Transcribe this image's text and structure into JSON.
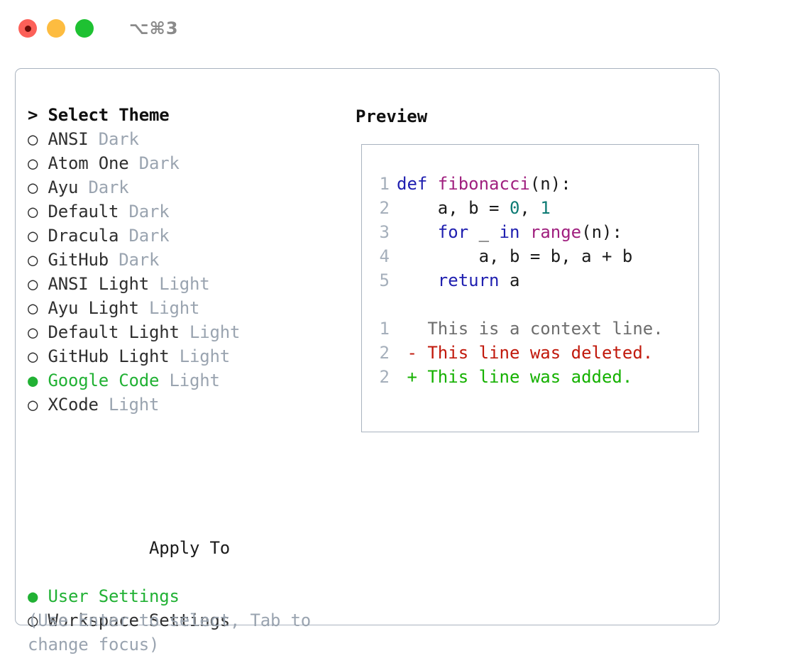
{
  "window": {
    "traffic_lights": [
      "close",
      "minimize",
      "zoom"
    ],
    "shortcut": "⌥⌘3"
  },
  "theme_picker": {
    "header": "> Select Theme",
    "bullet_selected": "●",
    "bullet_unselected": "○",
    "items": [
      {
        "name": "ANSI",
        "kind": "Dark",
        "selected": false
      },
      {
        "name": "Atom One",
        "kind": "Dark",
        "selected": false
      },
      {
        "name": "Ayu",
        "kind": "Dark",
        "selected": false
      },
      {
        "name": "Default",
        "kind": "Dark",
        "selected": false
      },
      {
        "name": "Dracula",
        "kind": "Dark",
        "selected": false
      },
      {
        "name": "GitHub",
        "kind": "Dark",
        "selected": false
      },
      {
        "name": "ANSI Light",
        "kind": "Light",
        "selected": false
      },
      {
        "name": "Ayu Light",
        "kind": "Light",
        "selected": false
      },
      {
        "name": "Default Light",
        "kind": "Light",
        "selected": false
      },
      {
        "name": "GitHub Light",
        "kind": "Light",
        "selected": false
      },
      {
        "name": "Google Code",
        "kind": "Light",
        "selected": true
      },
      {
        "name": "XCode",
        "kind": "Light",
        "selected": false
      }
    ]
  },
  "apply_to": {
    "header": "Apply To",
    "options": [
      {
        "label": "User Settings",
        "selected": true
      },
      {
        "label": "Workspace Settings",
        "selected": false
      }
    ]
  },
  "hint": "(Use Enter to select, Tab to change focus)",
  "preview": {
    "title": "Preview",
    "code_lines": [
      {
        "no": "1",
        "tokens": [
          {
            "t": "def ",
            "c": "kw"
          },
          {
            "t": "fibonacci",
            "c": "fn"
          },
          {
            "t": "(n):",
            "c": "punct"
          }
        ]
      },
      {
        "no": "2",
        "tokens": [
          {
            "t": "    a, b = ",
            "c": "plain"
          },
          {
            "t": "0",
            "c": "num"
          },
          {
            "t": ", ",
            "c": "plain"
          },
          {
            "t": "1",
            "c": "num"
          }
        ]
      },
      {
        "no": "3",
        "tokens": [
          {
            "t": "    ",
            "c": "plain"
          },
          {
            "t": "for",
            "c": "kw"
          },
          {
            "t": " _ ",
            "c": "plain"
          },
          {
            "t": "in",
            "c": "kw"
          },
          {
            "t": " ",
            "c": "plain"
          },
          {
            "t": "range",
            "c": "fn"
          },
          {
            "t": "(n):",
            "c": "punct"
          }
        ]
      },
      {
        "no": "4",
        "tokens": [
          {
            "t": "        a, b = b, a + b",
            "c": "plain"
          }
        ]
      },
      {
        "no": "5",
        "tokens": [
          {
            "t": "    ",
            "c": "plain"
          },
          {
            "t": "return",
            "c": "kw"
          },
          {
            "t": " a",
            "c": "plain"
          }
        ]
      }
    ],
    "diff_lines": [
      {
        "no": "1",
        "marker": " ",
        "text": "This is a context line.",
        "kind": "ctx"
      },
      {
        "no": "2",
        "marker": "-",
        "text": "This line was deleted.",
        "kind": "del"
      },
      {
        "no": "2",
        "marker": "+",
        "text": "This line was added.",
        "kind": "add"
      }
    ]
  },
  "colors": {
    "accent_green": "#21b134",
    "muted": "#9aa4b0",
    "border": "#a9b3bf",
    "keyword": "#2020b0",
    "function": "#a0207f",
    "number": "#0d7b74",
    "diff_add": "#15b100",
    "diff_del": "#c1190c",
    "traffic_red": "#fc6058",
    "traffic_yellow": "#fdbc40",
    "traffic_green": "#1ec132"
  }
}
